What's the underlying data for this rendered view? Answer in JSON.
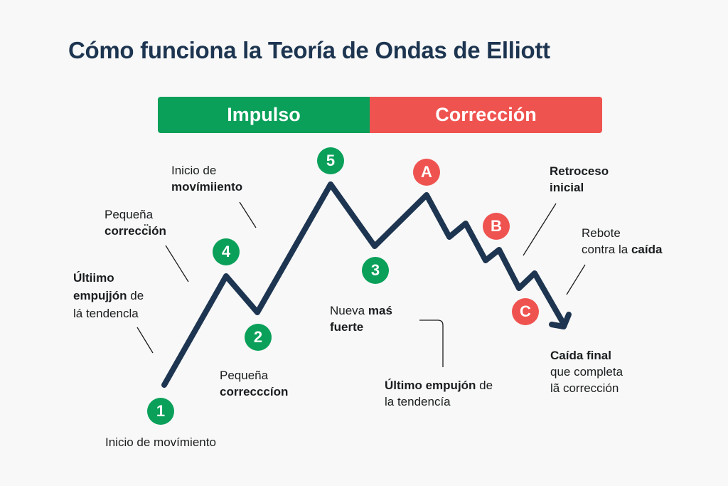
{
  "title": "Cómo funciona la Teoría de Ondas de Elliott",
  "phases": {
    "impulse": {
      "label": "Impulso",
      "color": "#0aa05a"
    },
    "correction": {
      "label": "Corrección",
      "color": "#ef5350"
    }
  },
  "colors": {
    "line": "#1d3550",
    "title": "#1d3550",
    "impulse_marker": "#0aa05a",
    "correction_marker": "#ef5350",
    "background": "#f8f8f8"
  },
  "markers": [
    {
      "id": "1",
      "label": "1",
      "type": "impulse"
    },
    {
      "id": "2",
      "label": "2",
      "type": "impulse"
    },
    {
      "id": "3",
      "label": "3",
      "type": "impulse"
    },
    {
      "id": "4",
      "label": "4",
      "type": "impulse"
    },
    {
      "id": "5",
      "label": "5",
      "type": "impulse"
    },
    {
      "id": "A",
      "label": "A",
      "type": "correction"
    },
    {
      "id": "B",
      "label": "B",
      "type": "correction"
    },
    {
      "id": "C",
      "label": "C",
      "type": "correction"
    }
  ],
  "annotations": {
    "inicio_top": {
      "line1": "Inicio de",
      "line2_bold": "movímiiento"
    },
    "pequena_top": {
      "line1": "Pequeña",
      "line2_bold": "correcc̈ión"
    },
    "ultimo_left": {
      "line1_bold": "Últiimo",
      "line2_bold": "empujjón",
      "line2_rest": " de",
      "line3": "lá tendencla"
    },
    "pequena_bottom": {
      "line1": "Pequeña",
      "line2_bold": "correcccíon"
    },
    "inicio_bottom": {
      "text": "Inicio de movímiento"
    },
    "nueva": {
      "line1": "Nueva ",
      "line1_bold": "maś",
      "line2_bold": "fuerte"
    },
    "ultimo_bottom": {
      "line1_bold": "Último empujón",
      "line1_rest": " de",
      "line2": "la tendencía"
    },
    "retroceso": {
      "line1_bold": "Retroceso",
      "line2_bold": "inicial"
    },
    "rebote": {
      "line1": "Rebote",
      "line2": "contra la ",
      "line2_bold": "caída"
    },
    "caida": {
      "line1_bold": "Caída final",
      "line2": "que completa",
      "line3": "lã corrección"
    }
  }
}
